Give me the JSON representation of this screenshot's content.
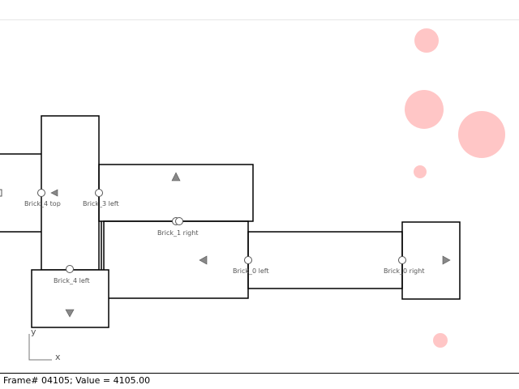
{
  "canvas": {
    "bubble_color": "#ffc6c6",
    "line_color": "#000000",
    "label_color": "#555555"
  },
  "labels": {
    "brick_4_top": "Brick_4 top",
    "brick_3_left": "Brick_3 left",
    "brick_1_right": "Brick_1 right",
    "brick_4_left": "Brick_4 left",
    "brick_0_left": "Brick_0 left",
    "brick_0_right": "Brick_0 right"
  },
  "axes": {
    "x_label": "x",
    "y_label": "y"
  },
  "status": {
    "text": "Frame# 04105;  Value = 4105.00"
  }
}
